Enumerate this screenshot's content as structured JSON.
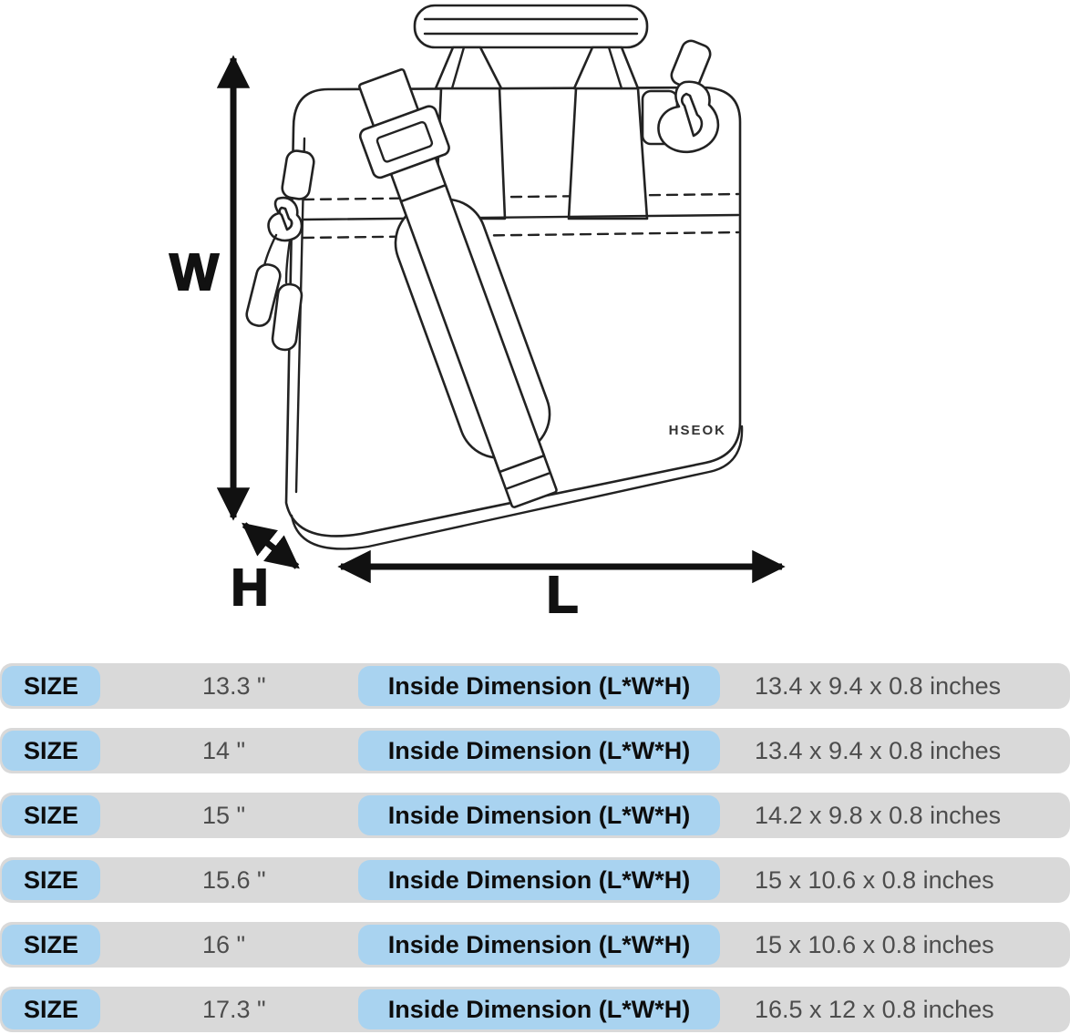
{
  "diagram": {
    "brand_label": "HSEOK",
    "width_label": "W",
    "height_label": "H",
    "length_label": "L"
  },
  "table": {
    "size_label": "SIZE",
    "dimension_label": "Inside Dimension (L*W*H)",
    "rows": [
      {
        "size": "13.3 \"",
        "dimensions": "13.4 x 9.4 x 0.8 inches"
      },
      {
        "size": "14 \"",
        "dimensions": "13.4 x 9.4 x 0.8 inches"
      },
      {
        "size": "15 \"",
        "dimensions": "14.2 x 9.8 x 0.8 inches"
      },
      {
        "size": "15.6 \"",
        "dimensions": "15 x 10.6 x 0.8 inches"
      },
      {
        "size": "16 \"",
        "dimensions": "15 x 10.6 x 0.8 inches"
      },
      {
        "size": "17.3 \"",
        "dimensions": "16.5 x 12 x 0.8 inches"
      }
    ]
  },
  "colors": {
    "row_bg": "#d9d9d9",
    "pill_bg": "#a9d3f0",
    "label_text": "#0d0d0d",
    "value_text": "#4d4d4d",
    "line_color": "#222222"
  }
}
